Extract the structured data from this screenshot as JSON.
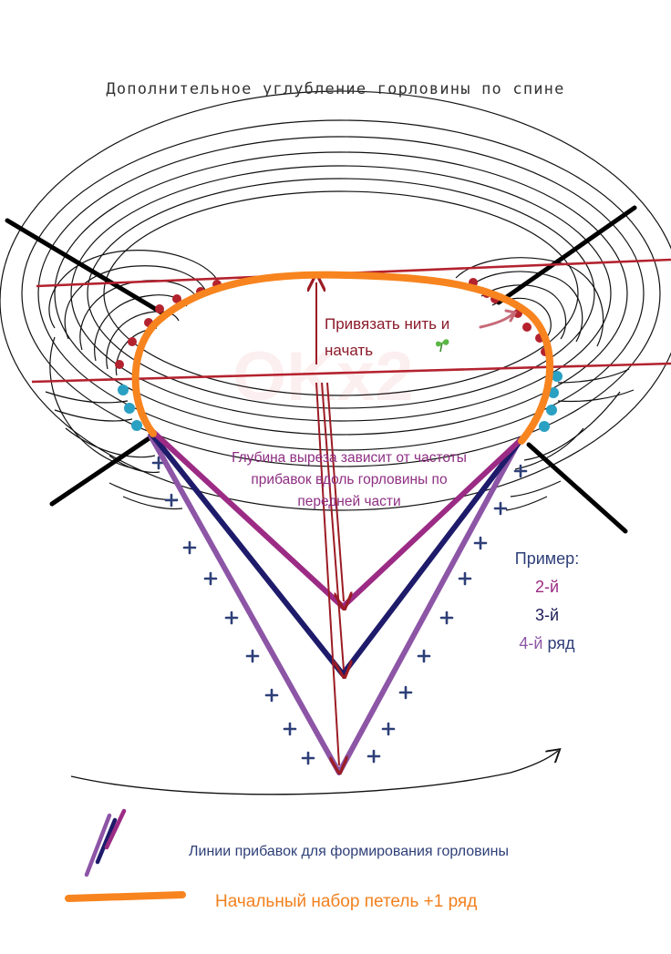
{
  "title": "Дополнительное углубление горловины по спине",
  "watermark": "OKx2",
  "annotations": {
    "anchor_line1": "Привязать нить и",
    "anchor_line2": "начать",
    "depth_line1": "Глубина выреза зависит от частоты",
    "depth_line2": "прибавок вдоль горловины по",
    "depth_line3": "передней части"
  },
  "example": {
    "title": "Пример:",
    "rows": [
      "2-й",
      "3-й",
      "4-й",
      "ряд"
    ]
  },
  "legend": {
    "increase_lines": "Линии прибавок для формирования горловины",
    "initial_cast_on": "Начальный набор петель +1 ряд"
  },
  "colors": {
    "orange": "#f7841f",
    "red": "#b3222e",
    "purple_dark": "#1e1b6b",
    "magenta": "#9b2b85",
    "violet": "#8d55a6",
    "teal": "#2aa0c3",
    "navy_cross": "#2e3f78",
    "black": "#000000"
  },
  "icons": [
    "sprout-icon",
    "arrow-icon"
  ]
}
